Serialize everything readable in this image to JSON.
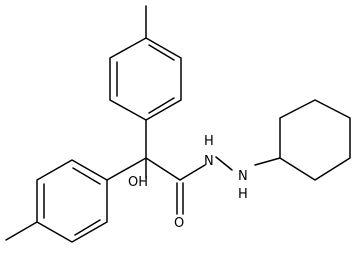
{
  "structure": {
    "labels": {
      "hydroxyl": "OH",
      "hydrazide_nh_1": "H",
      "hydrazide_n_1": "N",
      "hydrazide_nh_2": "N",
      "hydrazide_h_2": "H",
      "carbonyl_oxygen": "O"
    }
  },
  "style": {
    "bond_color": "#000000",
    "background": "#ffffff"
  }
}
